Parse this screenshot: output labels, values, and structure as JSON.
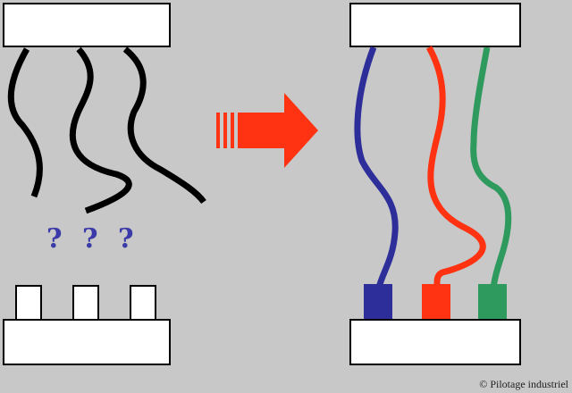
{
  "question_marks": "? ? ?",
  "copyright": "© Pilotage industriel",
  "colors": {
    "background": "#c8c8c8",
    "box_fill": "#ffffff",
    "outline": "#000000",
    "cable_blue": "#2e2e9a",
    "cable_red": "#ff3311",
    "cable_green": "#2e9a5e",
    "question_mark": "#3a3aa8",
    "arrow": "#ff3311"
  },
  "icons": {
    "tangled_cables": "black-wires",
    "arrow": "right-arrow",
    "connected_cables": "color-coded-wires"
  }
}
